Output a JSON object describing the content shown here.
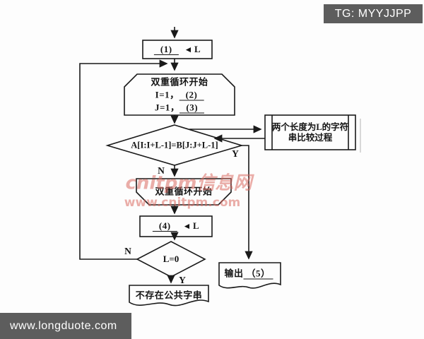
{
  "badge": {
    "text": "TG: MYYJJPP"
  },
  "footer": {
    "url": "www.longduote.com"
  },
  "watermark": {
    "line1": "cnitpm信息网",
    "line2": "www.cnitpm.com"
  },
  "flowchart": {
    "step1": {
      "blank": "(1)",
      "arrow": "◄",
      "var": "L"
    },
    "loop_start": {
      "title": "双重循环开始",
      "line2_prefix": "I=1，",
      "line2_blank": "(2)",
      "line3_prefix": "J=1，",
      "line3_blank": "(3)"
    },
    "decision1": {
      "condition": "A[I:I+L-1]=B[J:J+L-1]",
      "yes_label": "Y",
      "no_label": "N"
    },
    "subprocess": {
      "line1": "两个长度为L的字符",
      "line2": "串比较过程"
    },
    "loop_end": {
      "title": "双重循环开始"
    },
    "step4": {
      "blank": "(4)",
      "arrow": "◄",
      "var": "L"
    },
    "decision2": {
      "condition": "L=0",
      "yes_label": "Y",
      "no_label": "N"
    },
    "no_common": {
      "text": "不存在公共字串"
    },
    "output": {
      "prefix": "输出",
      "blank": "（5）"
    }
  },
  "colors": {
    "line": "#1a1a1a",
    "badge_bg": "#5d5d5d",
    "watermark": "#db6c63",
    "background": "#fdfdfd"
  }
}
